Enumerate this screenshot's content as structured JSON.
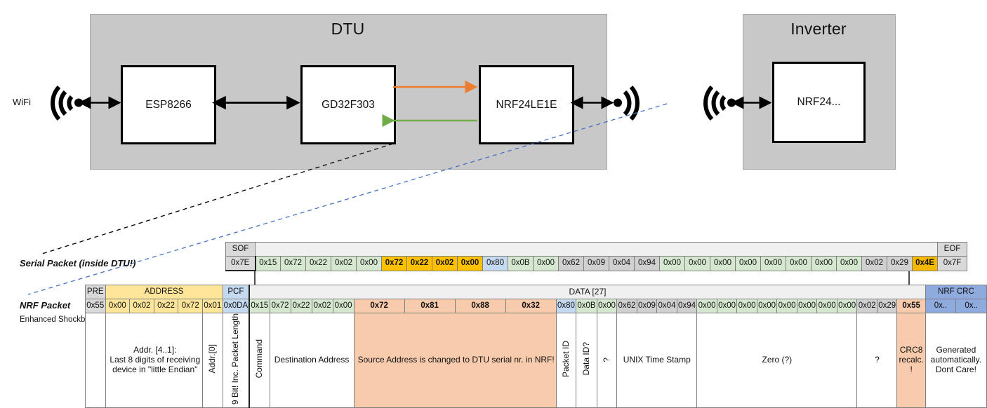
{
  "diagram": {
    "dtu": {
      "title": "DTU",
      "wifi_label": "WiFi",
      "chips": [
        {
          "name": "esp8266",
          "label": "ESP8266"
        },
        {
          "name": "gd32f303",
          "label": "GD32F303"
        },
        {
          "name": "nrf24le1e",
          "label": "NRF24LE1E"
        }
      ],
      "arrow_colors": {
        "tx": "#ED7D31",
        "rx": "#70AD47",
        "bus": "#000000"
      }
    },
    "inverter": {
      "title": "Inverter",
      "chips": [
        {
          "name": "nrf24",
          "label": "NRF24..."
        }
      ]
    }
  },
  "serial_packet": {
    "label": "Serial Packet (inside DTU!)",
    "headers": {
      "sof": "SOF",
      "eof": "EOF"
    },
    "sof_value": "0x7E",
    "eof_value": "0x7F",
    "bytes": [
      {
        "v": "0x15",
        "c": "green"
      },
      {
        "v": "0x72",
        "c": "green"
      },
      {
        "v": "0x22",
        "c": "green"
      },
      {
        "v": "0x02",
        "c": "green"
      },
      {
        "v": "0x00",
        "c": "green"
      },
      {
        "v": "0x72",
        "c": "yellow"
      },
      {
        "v": "0x22",
        "c": "yellow"
      },
      {
        "v": "0x02",
        "c": "yellow"
      },
      {
        "v": "0x00",
        "c": "yellow"
      },
      {
        "v": "0x80",
        "c": "blue"
      },
      {
        "v": "0x0B",
        "c": "green"
      },
      {
        "v": "0x00",
        "c": "green"
      },
      {
        "v": "0x62",
        "c": "grey"
      },
      {
        "v": "0x09",
        "c": "grey"
      },
      {
        "v": "0x04",
        "c": "grey"
      },
      {
        "v": "0x94",
        "c": "grey"
      },
      {
        "v": "0x00",
        "c": "green"
      },
      {
        "v": "0x00",
        "c": "green"
      },
      {
        "v": "0x00",
        "c": "green"
      },
      {
        "v": "0x00",
        "c": "green"
      },
      {
        "v": "0x00",
        "c": "green"
      },
      {
        "v": "0x00",
        "c": "green"
      },
      {
        "v": "0x00",
        "c": "green"
      },
      {
        "v": "0x00",
        "c": "green"
      },
      {
        "v": "0x02",
        "c": "grey"
      },
      {
        "v": "0x29",
        "c": "grey"
      },
      {
        "v": "0x4E",
        "c": "amber"
      }
    ]
  },
  "nrf_packet": {
    "label": "NRF Packet",
    "sublabel": "Enhanced Shockburst",
    "groups": {
      "pre": "PRE",
      "address": "ADDRESS",
      "pcf": "PCF",
      "data": "DATA [27]",
      "crc": "NRF CRC"
    },
    "pre_value": "0x55",
    "address_values": [
      "0x00",
      "0x02",
      "0x22",
      "0x72",
      "0x01"
    ],
    "pcf_value": "0x0DA",
    "crc_values": [
      "0x..",
      "0x.."
    ],
    "bytes": [
      {
        "v": "0x15",
        "c": "green"
      },
      {
        "v": "0x72",
        "c": "green"
      },
      {
        "v": "0x22",
        "c": "green"
      },
      {
        "v": "0x02",
        "c": "green"
      },
      {
        "v": "0x00",
        "c": "green"
      },
      {
        "v": "0x72",
        "c": "salmon"
      },
      {
        "v": "0x81",
        "c": "salmon"
      },
      {
        "v": "0x88",
        "c": "salmon"
      },
      {
        "v": "0x32",
        "c": "salmon"
      },
      {
        "v": "0x80",
        "c": "blue"
      },
      {
        "v": "0x0B",
        "c": "green"
      },
      {
        "v": "0x00",
        "c": "green"
      },
      {
        "v": "0x62",
        "c": "grey"
      },
      {
        "v": "0x09",
        "c": "grey"
      },
      {
        "v": "0x04",
        "c": "grey"
      },
      {
        "v": "0x94",
        "c": "grey"
      },
      {
        "v": "0x00",
        "c": "green"
      },
      {
        "v": "0x00",
        "c": "green"
      },
      {
        "v": "0x00",
        "c": "green"
      },
      {
        "v": "0x00",
        "c": "green"
      },
      {
        "v": "0x00",
        "c": "green"
      },
      {
        "v": "0x00",
        "c": "green"
      },
      {
        "v": "0x00",
        "c": "green"
      },
      {
        "v": "0x00",
        "c": "green"
      },
      {
        "v": "0x02",
        "c": "grey"
      },
      {
        "v": "0x29",
        "c": "grey"
      },
      {
        "v": "0x55",
        "c": "salmon"
      }
    ],
    "annotations": {
      "address_note_line1": "Addr. [4..1]:",
      "address_note_line2": "Last 8 digits of receiving",
      "address_note_line3": "device in \"little Endian\"",
      "addr0": "Addr.[0]",
      "pcf_note_line1": "9 Bit!",
      "pcf_note_line2": "Inc. Packet",
      "pcf_note_line3": "Length",
      "command": "Command",
      "destination_address": "Destination Address",
      "source_note": "Source Address is changed to DTU serial nr. in NRF!",
      "packet_id": "Packet ID",
      "data_id": "Data ID?",
      "unknown1": "?",
      "unix_time_stamp": "UNIX Time Stamp",
      "zero": "Zero (?)",
      "unknown2": "?",
      "crc8_line1": "CRC8",
      "crc8_line2": "recalc.",
      "crc8_line3": "!",
      "nrfcrc_line1": "Generated",
      "nrfcrc_line2": "automatically.",
      "nrfcrc_line3": "Dont Care!"
    }
  }
}
